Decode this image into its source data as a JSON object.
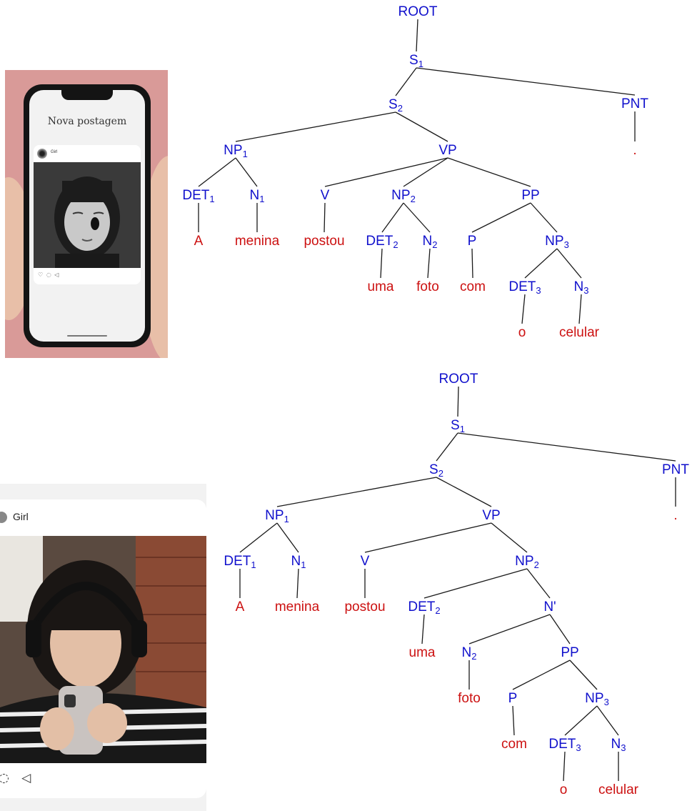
{
  "photo1": {
    "screen_title": "Nova postagem",
    "username": "Girl",
    "action_icons": "♡ ◌ ◁"
  },
  "photo2": {
    "username": "Girl",
    "action_icons": "◌ ◁"
  },
  "trees": [
    {
      "name": "tree-1",
      "nodes": [
        {
          "id": "ROOT",
          "label": "ROOT",
          "type": "cat"
        },
        {
          "id": "S1",
          "label": "S",
          "sub": "1",
          "type": "cat",
          "parent": "ROOT"
        },
        {
          "id": "S2",
          "label": "S",
          "sub": "2",
          "type": "cat",
          "parent": "S1"
        },
        {
          "id": "PNT",
          "label": "PNT",
          "type": "cat",
          "parent": "S1"
        },
        {
          "id": "dot",
          "label": ".",
          "type": "word",
          "parent": "PNT"
        },
        {
          "id": "NP1",
          "label": "NP",
          "sub": "1",
          "type": "cat",
          "parent": "S2"
        },
        {
          "id": "VP",
          "label": "VP",
          "type": "cat",
          "parent": "S2"
        },
        {
          "id": "DET1",
          "label": "DET",
          "sub": "1",
          "type": "cat",
          "parent": "NP1"
        },
        {
          "id": "N1",
          "label": "N",
          "sub": "1",
          "type": "cat",
          "parent": "NP1"
        },
        {
          "id": "A",
          "label": "A",
          "type": "word",
          "parent": "DET1"
        },
        {
          "id": "menina",
          "label": "menina",
          "type": "word",
          "parent": "N1"
        },
        {
          "id": "V",
          "label": "V",
          "type": "cat",
          "parent": "VP"
        },
        {
          "id": "NP2",
          "label": "NP",
          "sub": "2",
          "type": "cat",
          "parent": "VP"
        },
        {
          "id": "PP",
          "label": "PP",
          "type": "cat",
          "parent": "VP"
        },
        {
          "id": "postou",
          "label": "postou",
          "type": "word",
          "parent": "V"
        },
        {
          "id": "DET2",
          "label": "DET",
          "sub": "2",
          "type": "cat",
          "parent": "NP2"
        },
        {
          "id": "N2",
          "label": "N",
          "sub": "2",
          "type": "cat",
          "parent": "NP2"
        },
        {
          "id": "uma",
          "label": "uma",
          "type": "word",
          "parent": "DET2"
        },
        {
          "id": "foto",
          "label": "foto",
          "type": "word",
          "parent": "N2"
        },
        {
          "id": "P",
          "label": "P",
          "type": "cat",
          "parent": "PP"
        },
        {
          "id": "NP3",
          "label": "NP",
          "sub": "3",
          "type": "cat",
          "parent": "PP"
        },
        {
          "id": "com",
          "label": "com",
          "type": "word",
          "parent": "P"
        },
        {
          "id": "DET3",
          "label": "DET",
          "sub": "3",
          "type": "cat",
          "parent": "NP3"
        },
        {
          "id": "N3",
          "label": "N",
          "sub": "3",
          "type": "cat",
          "parent": "NP3"
        },
        {
          "id": "o",
          "label": "o",
          "type": "word",
          "parent": "DET3"
        },
        {
          "id": "celular",
          "label": "celular",
          "type": "word",
          "parent": "N3"
        }
      ]
    },
    {
      "name": "tree-2",
      "nodes": [
        {
          "id": "ROOT",
          "label": "ROOT",
          "type": "cat"
        },
        {
          "id": "S1",
          "label": "S",
          "sub": "1",
          "type": "cat",
          "parent": "ROOT"
        },
        {
          "id": "S2",
          "label": "S",
          "sub": "2",
          "type": "cat",
          "parent": "S1"
        },
        {
          "id": "PNT",
          "label": "PNT",
          "type": "cat",
          "parent": "S1"
        },
        {
          "id": "dot",
          "label": ".",
          "type": "word",
          "parent": "PNT"
        },
        {
          "id": "NP1",
          "label": "NP",
          "sub": "1",
          "type": "cat",
          "parent": "S2"
        },
        {
          "id": "VP",
          "label": "VP",
          "type": "cat",
          "parent": "S2"
        },
        {
          "id": "DET1",
          "label": "DET",
          "sub": "1",
          "type": "cat",
          "parent": "NP1"
        },
        {
          "id": "N1",
          "label": "N",
          "sub": "1",
          "type": "cat",
          "parent": "NP1"
        },
        {
          "id": "A",
          "label": "A",
          "type": "word",
          "parent": "DET1"
        },
        {
          "id": "menina",
          "label": "menina",
          "type": "word",
          "parent": "N1"
        },
        {
          "id": "V",
          "label": "V",
          "type": "cat",
          "parent": "VP"
        },
        {
          "id": "NP2",
          "label": "NP",
          "sub": "2",
          "type": "cat",
          "parent": "VP"
        },
        {
          "id": "postou",
          "label": "postou",
          "type": "word",
          "parent": "V"
        },
        {
          "id": "DET2",
          "label": "DET",
          "sub": "2",
          "type": "cat",
          "parent": "NP2"
        },
        {
          "id": "Nbar",
          "label": "N'",
          "type": "cat",
          "parent": "NP2"
        },
        {
          "id": "uma",
          "label": "uma",
          "type": "word",
          "parent": "DET2"
        },
        {
          "id": "N2",
          "label": "N",
          "sub": "2",
          "type": "cat",
          "parent": "Nbar"
        },
        {
          "id": "PP",
          "label": "PP",
          "type": "cat",
          "parent": "Nbar"
        },
        {
          "id": "foto",
          "label": "foto",
          "type": "word",
          "parent": "N2"
        },
        {
          "id": "P",
          "label": "P",
          "type": "cat",
          "parent": "PP"
        },
        {
          "id": "NP3",
          "label": "NP",
          "sub": "3",
          "type": "cat",
          "parent": "PP"
        },
        {
          "id": "com",
          "label": "com",
          "type": "word",
          "parent": "P"
        },
        {
          "id": "DET3",
          "label": "DET",
          "sub": "3",
          "type": "cat",
          "parent": "NP3"
        },
        {
          "id": "N3",
          "label": "N",
          "sub": "3",
          "type": "cat",
          "parent": "NP3"
        },
        {
          "id": "o",
          "label": "o",
          "type": "word",
          "parent": "DET3"
        },
        {
          "id": "celular",
          "label": "celular",
          "type": "word",
          "parent": "N3"
        }
      ]
    }
  ],
  "colors": {
    "category": "#1010cc",
    "word": "#cc1111",
    "edge": "#1a1a1a"
  }
}
